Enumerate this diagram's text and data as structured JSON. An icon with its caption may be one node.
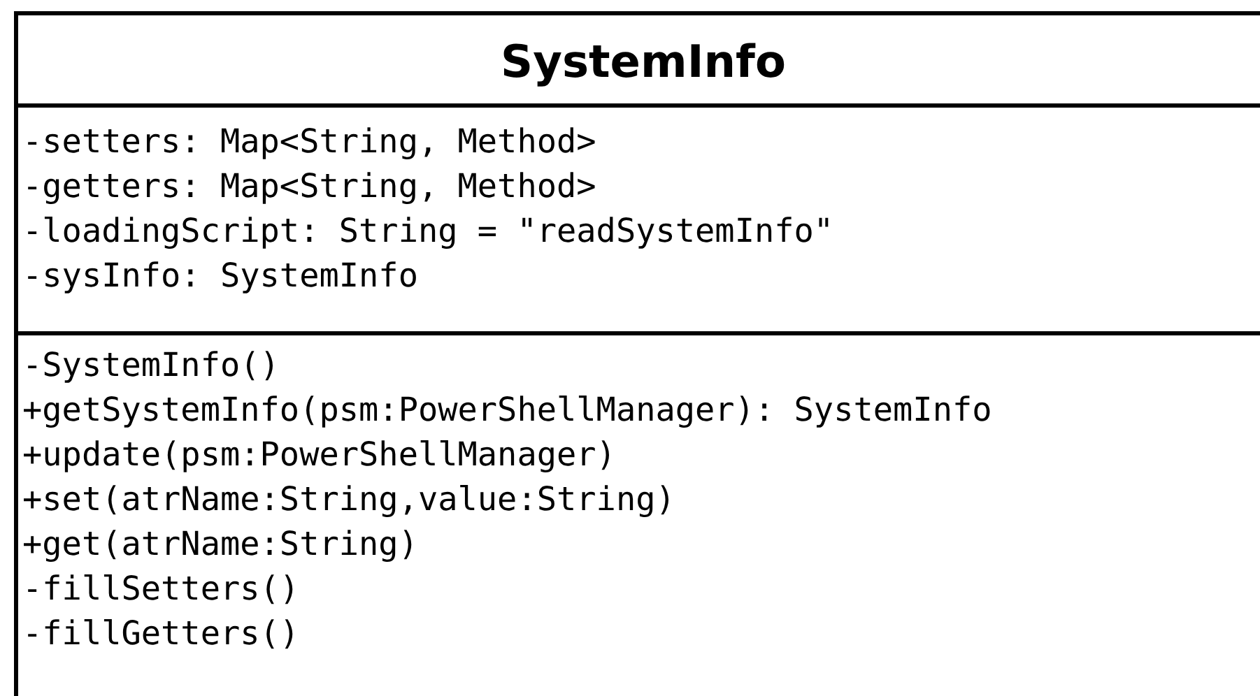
{
  "diagram": {
    "nodes": [
      {
        "text": [
          "SystemInfo",
          "-setters: Map<String, Method>",
          "-getters: Map<String, Method>",
          "-loadingScript: String = \"readSystemInfo\"",
          "-sysInfo: SystemInfo",
          "-SystemInfo()",
          "+getSystemInfo(psm:PowerShellManager): SystemInfo",
          "+update(psm:PowerShellManager)",
          "+set(atrName:String,value:String)",
          "+get(atrName:String)",
          "-fillSetters()",
          "-fillGetters()"
        ]
      }
    ]
  }
}
